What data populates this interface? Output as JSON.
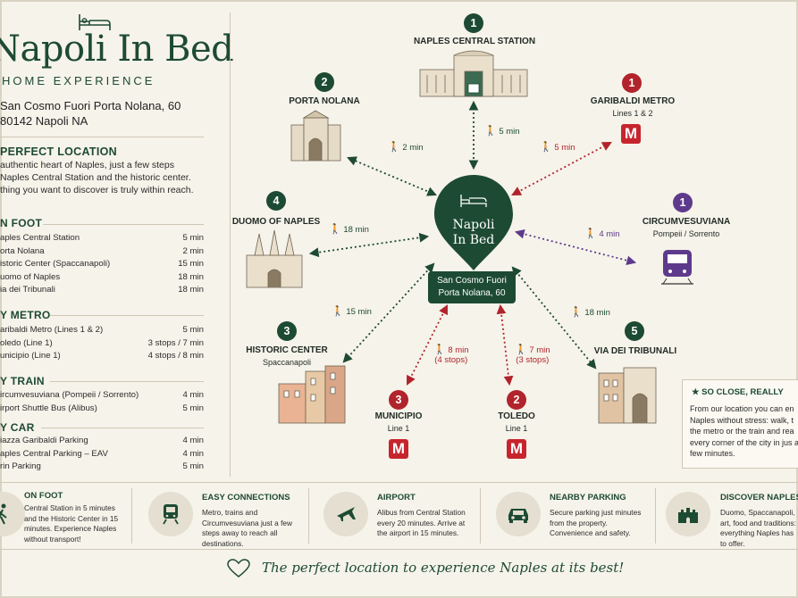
{
  "brand": {
    "title": "Napoli In Bed",
    "subtitle": "HOME EXPERIENCE",
    "address_line1": "San Cosmo Fuori Porta Nolana, 60",
    "address_line2": "80142 Napoli NA"
  },
  "perfect_location": {
    "title": "PERFECT LOCATION",
    "text": "authentic heart of Naples, just a few steps Naples Central Station and the historic center. thing you want to discover is truly within reach."
  },
  "on_foot": {
    "title": "N FOOT",
    "items": [
      {
        "label": "aples Central Station",
        "value": "5 min"
      },
      {
        "label": "orta Nolana",
        "value": "2 min"
      },
      {
        "label": "istoric Center (Spaccanapoli)",
        "value": "15 min"
      },
      {
        "label": "uomo of Naples",
        "value": "18 min"
      },
      {
        "label": "ia dei Tribunali",
        "value": "18 min"
      }
    ]
  },
  "by_metro": {
    "title": "Y METRO",
    "items": [
      {
        "label": "aribaldi Metro (Lines 1 & 2)",
        "value": "5 min"
      },
      {
        "label": "oledo (Line 1)",
        "value": "3 stops / 7 min"
      },
      {
        "label": "unicipio (Line 1)",
        "value": "4 stops / 8 min"
      }
    ]
  },
  "by_train": {
    "title": "Y TRAIN",
    "items": [
      {
        "label": "ircumvesuviana (Pompeii / Sorrento)",
        "value": "4 min"
      },
      {
        "label": "irport Shuttle Bus (Alibus)",
        "value": "5 min"
      }
    ]
  },
  "by_car": {
    "title": "Y CAR",
    "items": [
      {
        "label": "iazza Garibaldi Parking",
        "value": "4 min"
      },
      {
        "label": "aples Central Parking – EAV",
        "value": "4 min"
      },
      {
        "label": "rin Parking",
        "value": "5 min"
      }
    ]
  },
  "center": {
    "pin_line1": "Napoli",
    "pin_line2": "In Bed",
    "label_line1": "San Cosmo Fuori",
    "label_line2": "Porta Nolana, 60"
  },
  "destinations": {
    "central_station": {
      "num": "1",
      "title": "NAPLES CENTRAL STATION",
      "time": "5 min"
    },
    "porta_nolana": {
      "num": "2",
      "title": "PORTA NOLANA",
      "time": "2 min"
    },
    "garibaldi": {
      "num": "1",
      "title": "GARIBALDI METRO",
      "sub": "Lines 1 & 2",
      "time": "5 min"
    },
    "duomo": {
      "num": "4",
      "title": "DUOMO OF NAPLES",
      "time": "18 min"
    },
    "circumvesuviana": {
      "num": "1",
      "title": "CIRCUMVESUVIANA",
      "sub": "Pompeii / Sorrento",
      "time": "4 min"
    },
    "historic": {
      "num": "3",
      "title": "HISTORIC CENTER",
      "sub": "Spaccanapoli",
      "time": "15 min"
    },
    "tribunali": {
      "num": "5",
      "title": "VIA DEI TRIBUNALI",
      "time": "18 min"
    },
    "municipio": {
      "num": "3",
      "title": "MUNICIPIO",
      "sub": "Line 1",
      "time": "8 min",
      "stops": "(4 stops)"
    },
    "toledo": {
      "num": "2",
      "title": "TOLEDO",
      "sub": "Line 1",
      "time": "7 min",
      "stops": "(3 stops)"
    }
  },
  "so_close": {
    "title": "SO CLOSE, REALLY",
    "text": "From our location you can en Naples without stress: walk, t the metro or the train and rea every corner of the city in jus a few minutes."
  },
  "features": [
    {
      "icon": "walking-icon",
      "title": "ON FOOT",
      "text": "Central Station in 5 minutes and the Historic Center in 15 minutes. Experience Naples without transport!"
    },
    {
      "icon": "train-icon",
      "title": "EASY CONNECTIONS",
      "text": "Metro, trains and Circumvesuviana just a few steps away to reach all destinations."
    },
    {
      "icon": "plane-icon",
      "title": "AIRPORT",
      "text": "Alibus from Central Station every 20 minutes. Arrive at the airport in 15 minutes."
    },
    {
      "icon": "car-icon",
      "title": "NEARBY PARKING",
      "text": "Secure parking just minutes from the property. Convenience and safety."
    },
    {
      "icon": "castle-icon",
      "title": "DISCOVER NAPLES",
      "text": "Duomo, Spaccanapoli, art, food and traditions: everything Naples has to offer."
    }
  ],
  "footer": {
    "tagline": "The perfect location to experience Naples at its best!"
  },
  "colors": {
    "green": "#1d4a33",
    "red": "#b1242c",
    "purple": "#5e3a8c",
    "background": "#f6f3ea"
  }
}
